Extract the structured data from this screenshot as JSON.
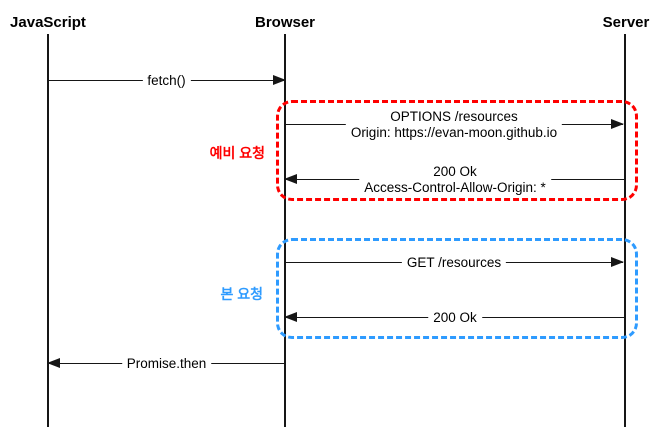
{
  "actors": {
    "javascript": "JavaScript",
    "browser": "Browser",
    "server": "Server"
  },
  "messages": {
    "fetch": "fetch()",
    "options_line1": "OPTIONS /resources",
    "options_line2": "Origin: https://evan-moon.github.io",
    "preflight_ok_line1": "200 Ok",
    "preflight_ok_line2": "Access-Control-Allow-Origin: *",
    "get": "GET /resources",
    "ok": "200 Ok",
    "promise": "Promise.then"
  },
  "groups": {
    "preflight_label": "예비 요청",
    "main_label": "본 요청"
  },
  "colors": {
    "preflight_accent": "#ff0000",
    "main_accent": "#2e9bff",
    "line": "#161616",
    "background": "#ffffff"
  }
}
